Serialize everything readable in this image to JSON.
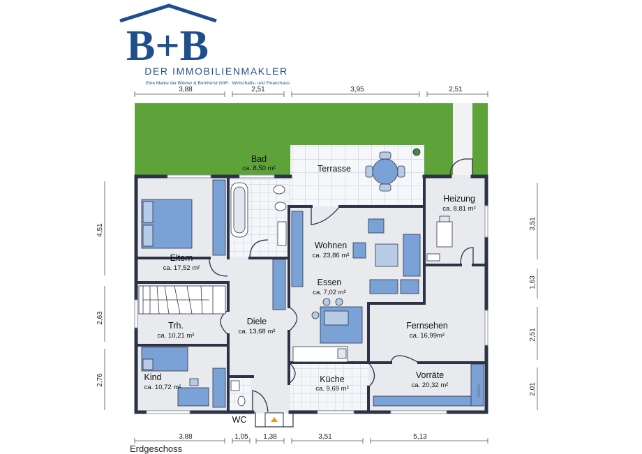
{
  "brand": {
    "logo": "B+B",
    "name": "DER IMMOBILIENMAKLER",
    "tagline": "Eine Marke der Blömer & Bornhorst GbR · Wirtschafts- und Finanzhaus"
  },
  "plan": {
    "title": "Erdgeschoss",
    "watermark": "sollfiice"
  },
  "rooms": {
    "bad": {
      "name": "Bad",
      "area": "ca. 8,50 m²"
    },
    "terrasse": {
      "name": "Terrasse"
    },
    "heizung": {
      "name": "Heizung",
      "area": "ca. 8,81 m²"
    },
    "eltern": {
      "name": "Eltern",
      "area": "ca. 17,52 m²"
    },
    "wohnen": {
      "name": "Wohnen",
      "area": "ca. 23,86 m²"
    },
    "essen": {
      "name": "Essen",
      "area": "ca. 7,02 m²"
    },
    "trh": {
      "name": "Trh.",
      "area": "ca. 10,21 m²"
    },
    "diele": {
      "name": "Diele",
      "area": "ca. 13,68 m²"
    },
    "fernsehen": {
      "name": "Fernsehen",
      "area": "ca. 16,99m²"
    },
    "kind": {
      "name": "Kind",
      "area": "ca. 10,72 m²"
    },
    "kueche": {
      "name": "Küche",
      "area": "ca. 9,69 m²"
    },
    "vorraete": {
      "name": "Vorräte",
      "area": "ca. 20,32 m²"
    },
    "wc": {
      "name": "WC"
    }
  },
  "dimensions": {
    "top": [
      "3,88",
      "2,51",
      "3,95",
      "2,51"
    ],
    "bottom": [
      "3,88",
      "1,05",
      "1,38",
      "3,51",
      "5,13"
    ],
    "left": [
      "4,51",
      "2,63",
      "2,76"
    ],
    "right": [
      "3,51",
      "1,63",
      "2,51",
      "2,01"
    ]
  },
  "colors": {
    "wall": "#2d3347",
    "floor": "#e8eaee",
    "grass": "#5da33a",
    "furniture": "#7aa2d6",
    "furniture_dark": "#4f7bb8",
    "brand_blue": "#1f4e8c",
    "tile_line": "#b9c2cf"
  }
}
